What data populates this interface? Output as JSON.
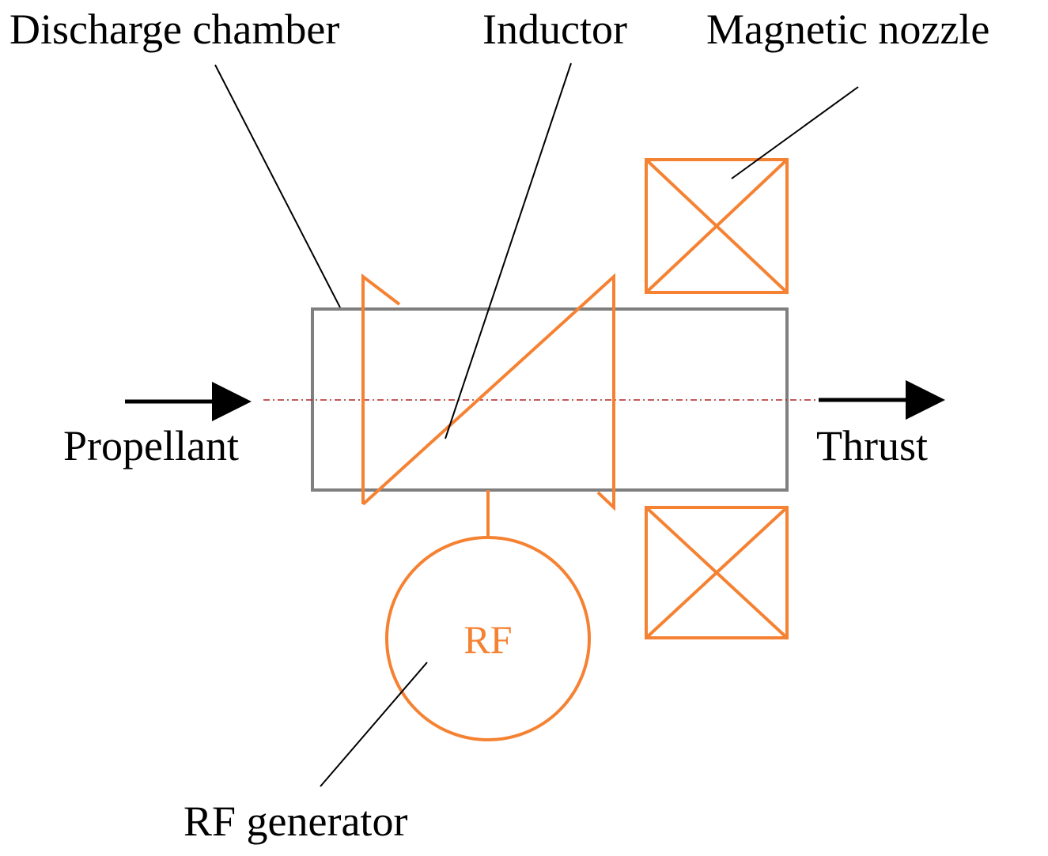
{
  "labels": {
    "discharge_chamber": "Discharge chamber",
    "inductor": "Inductor",
    "magnetic_nozzle": "Magnetic nozzle",
    "propellant": "Propellant",
    "thrust": "Thrust",
    "rf": "RF",
    "rf_generator": "RF generator"
  },
  "colors": {
    "orange": "#F58233",
    "chamber_gray": "#7F7F7F",
    "axis_red": "#B22222",
    "black": "#000000"
  }
}
